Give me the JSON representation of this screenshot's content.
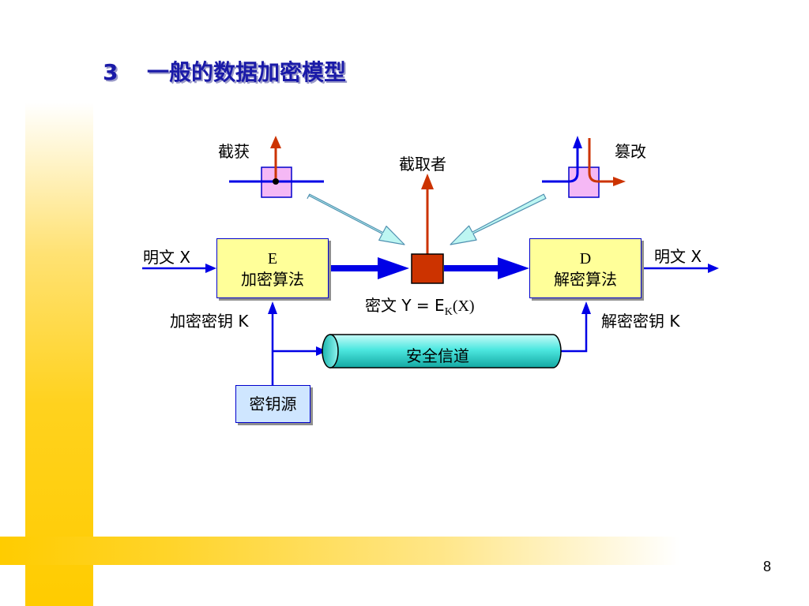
{
  "slide": {
    "title_number": "3",
    "title_text": "一般的数据加密模型",
    "page_number": "8"
  },
  "diagram": {
    "intercept_label": "截获",
    "interceptor_label": "截取者",
    "tamper_label": "篡改",
    "plaintext_in": "明文 X",
    "plaintext_out": "明文 X",
    "encrypt_box": {
      "letter": "E",
      "name": "加密算法"
    },
    "decrypt_box": {
      "letter": "D",
      "name": "解密算法"
    },
    "ciphertext": {
      "prefix": "密文 Y = E",
      "subscript": "K",
      "suffix": "(X)"
    },
    "encrypt_key": "加密密钥 K",
    "decrypt_key": "解密密钥 K",
    "secure_channel": "安全信道",
    "key_source": "密钥源"
  },
  "colors": {
    "title": "#1a1aa8",
    "flow_blue": "#0000e6",
    "interceptor_red": "#cc3300",
    "box_yellow": "#ffff99",
    "channel_cyan": "#4de8e0",
    "key_box_blue": "#cfe6ff",
    "deco_yellow": "#ffcc00"
  }
}
